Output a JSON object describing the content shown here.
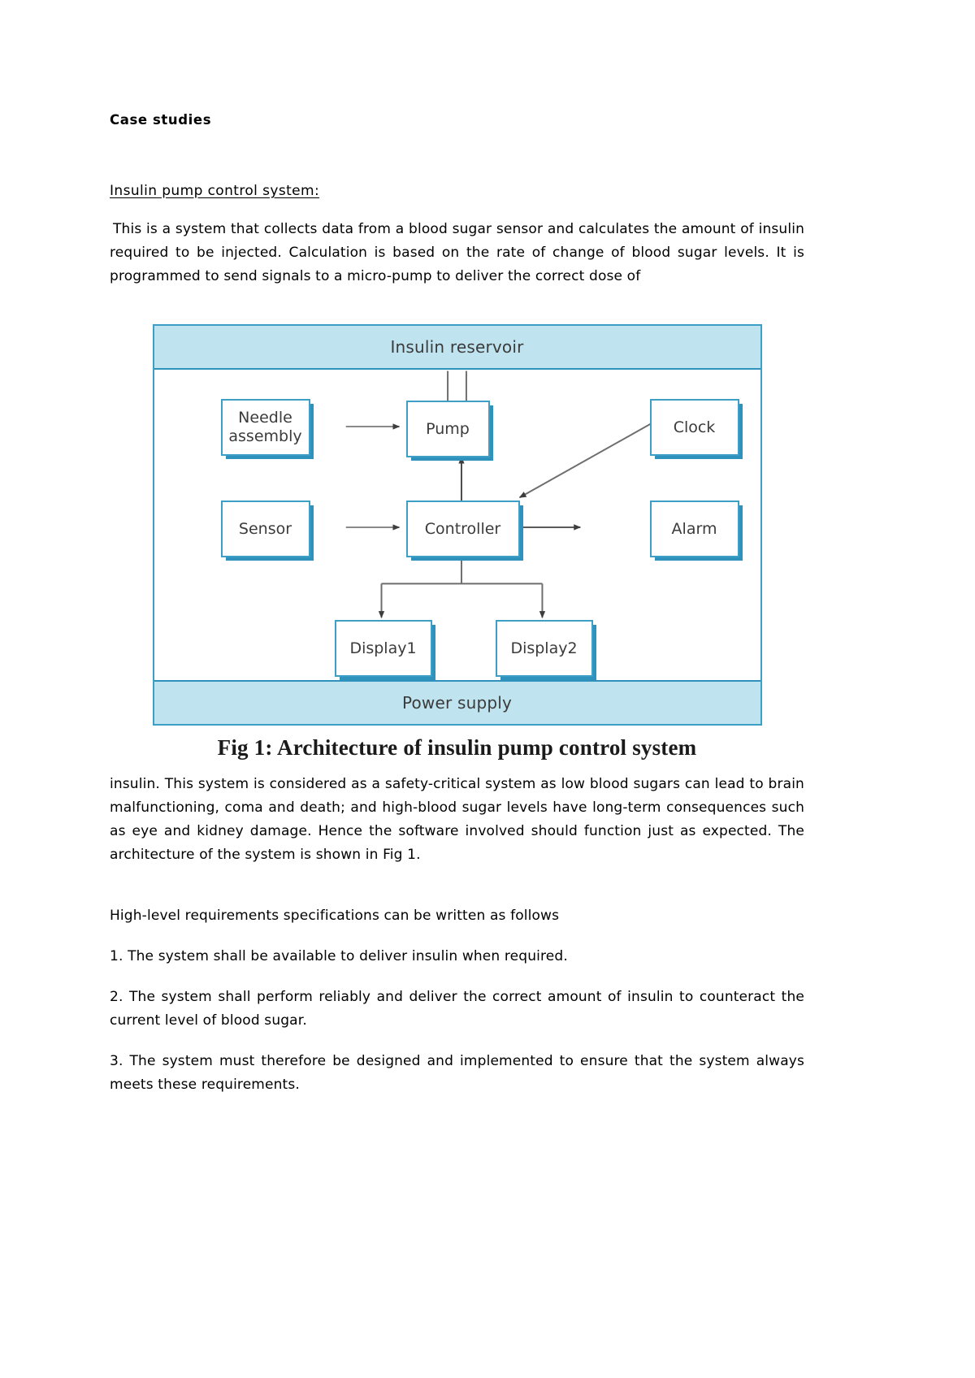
{
  "document": {
    "title": "Case studies",
    "section_heading": "Insulin pump control system:",
    "intro_paragraph": "This is a system that collects data from a blood sugar sensor and calculates the amount of insulin required to be injected. Calculation is based on the rate of change of blood sugar levels. It is programmed to send signals to a micro-pump to deliver the correct dose of",
    "after_figure_paragraph": "insulin. This system is considered as a safety-critical system as low blood sugars can lead to brain malfunctioning, coma and death; and high-blood sugar levels have long-term consequences such as eye and kidney damage. Hence the software involved should function just as expected. The architecture of the system is shown in Fig 1.",
    "requirements_intro": "High-level requirements specifications can be written as follows",
    "requirements": [
      "1. The system shall be available to deliver insulin when required.",
      "2. The system shall perform reliably and deliver the correct amount of insulin to counteract the current level of blood sugar.",
      "3. The system must therefore be designed and implemented to ensure that the system always meets these requirements."
    ]
  },
  "figure": {
    "caption": "Fig 1: Architecture of insulin pump control system",
    "top_band_label": "Insulin reservoir",
    "bottom_band_label": "Power supply",
    "nodes": {
      "needle_assembly": "Needle\nassembly",
      "needle_assembly_line1": "Needle",
      "needle_assembly_line2": "assembly",
      "pump": "Pump",
      "clock": "Clock",
      "sensor": "Sensor",
      "controller": "Controller",
      "alarm": "Alarm",
      "display1": "Display1",
      "display2": "Display2"
    },
    "colors": {
      "band_fill": "#bfe3ef",
      "border_blue": "#3d9fc6",
      "shadow_blue": "#35a3d2",
      "arrow_gray": "#5a5a5a"
    }
  }
}
